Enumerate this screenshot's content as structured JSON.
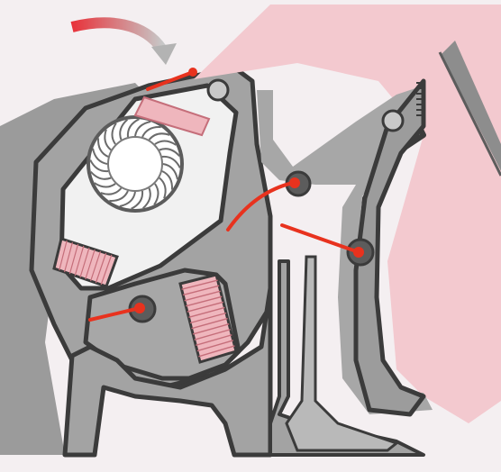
{
  "diagram": {
    "kind": "hvac-air-distribution-cutaway",
    "colors": {
      "background": "#f4eff1",
      "housing_grey": "#9b9b9b",
      "housing_light": "#b9b9b9",
      "wall_dark": "#3b3b3b",
      "pink_area": "#f3c9cf",
      "core_fill": "#efb6bd",
      "core_lines": "#c56e7a",
      "flap_red": "#e8321e",
      "airflow_arrow_start": "#e8323a",
      "airflow_arrow_end": "#a9a9a9",
      "white": "#ffffff"
    },
    "components": [
      "airflow-arrow",
      "fresh-air-flap",
      "blower-fan",
      "dust-filter",
      "evaporator-core",
      "recirculation-flap",
      "blend-flap",
      "heater-core",
      "defrost-flap",
      "windshield"
    ],
    "icons": {
      "airflow": "curved-arrow-icon",
      "flap_pivot": "pivot-icon",
      "fan": "fan-icon"
    }
  }
}
